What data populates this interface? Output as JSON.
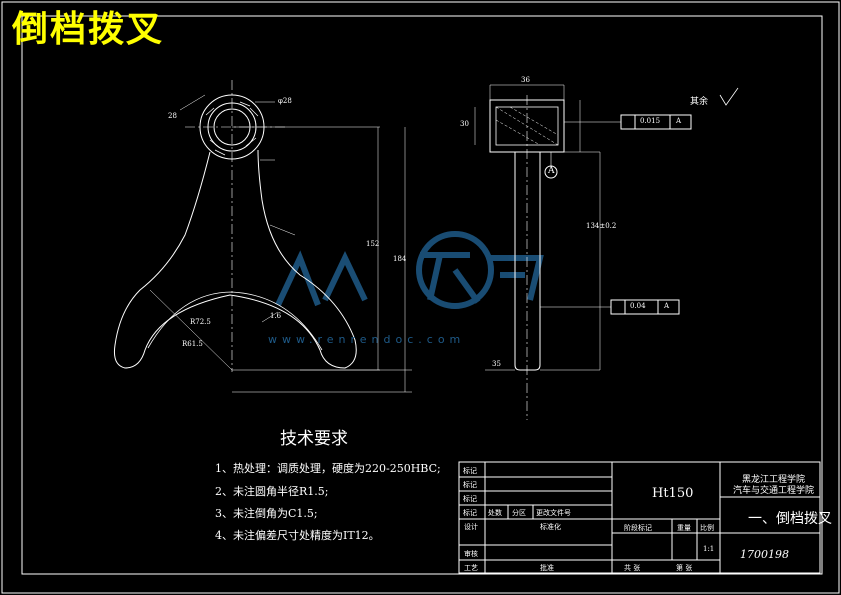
{
  "title": "倒档拨叉",
  "tech_requirements": {
    "heading": "技术要求",
    "items": [
      "1、热处理：调质处理，硬度为220-250HBC;",
      "2、未注圆角半径R1.5;",
      "3、未注倒角为C1.5;",
      "4、未注偏差尺寸处精度为IT12。"
    ]
  },
  "watermark": {
    "brand": "人人文库",
    "url": "www.renrendoc.com"
  },
  "surface_note": "其余",
  "datum_label": "A",
  "tolerances": {
    "top": {
      "value": "0.015",
      "datum": "A"
    },
    "bottom": {
      "value": "0.04",
      "datum": "A"
    }
  },
  "dimensions": {
    "d_top": "36",
    "d_left_small": "28",
    "d_right_small": "30",
    "phi": "φ28",
    "r_big": "R72.5",
    "r_small": "R61.5",
    "v_height1": "152",
    "v_height2": "184",
    "v_height3": "134±0.2",
    "bottom_width": "35",
    "chamfer": "1.6"
  },
  "title_block": {
    "material": "Ht150",
    "school_line1": "黑龙江工程学院",
    "school_line2": "汽车与交通工程学院",
    "part_name": "一、倒档拨叉",
    "drawing_no": "1700198",
    "scale": "1:1",
    "rows": [
      "标记",
      "标记",
      "标记",
      "标记"
    ],
    "col_headers": [
      "处数",
      "分区",
      "更改文件号"
    ],
    "design": "设计",
    "standard": "标准化",
    "stage_mark": "阶段标记",
    "weight": "重量",
    "ratio": "比例",
    "review": "审核",
    "craft": "工艺",
    "sign": "批准",
    "total": "共 张",
    "sheet": "第 张"
  }
}
